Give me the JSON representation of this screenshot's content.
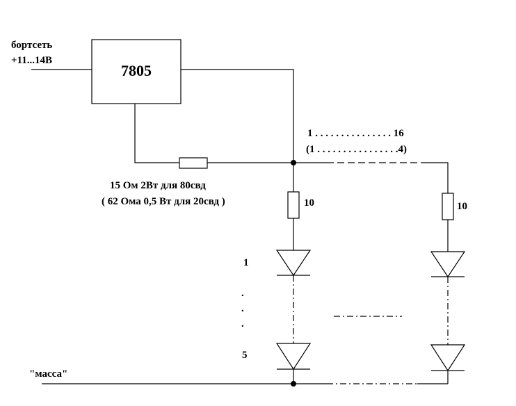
{
  "supply": {
    "line1": "бортсеть",
    "line2": "+11...14В"
  },
  "regulator": {
    "label": "7805"
  },
  "resistor_main": {
    "line1": "15  Ом 2Вт для 80свд",
    "line2": "( 62  Ома 0,5 Вт для 20свд )"
  },
  "branches": {
    "count_line1": "1 . . . . . . . . . . . . . . . 16",
    "count_line2": "(1 . . . . . . . . . . . . . . . .4)",
    "left_resistor": "10",
    "right_resistor": "10"
  },
  "diodes": {
    "first": "1",
    "last": "5",
    "ellipsis": "."
  },
  "ground": {
    "label": "\"масса\""
  }
}
